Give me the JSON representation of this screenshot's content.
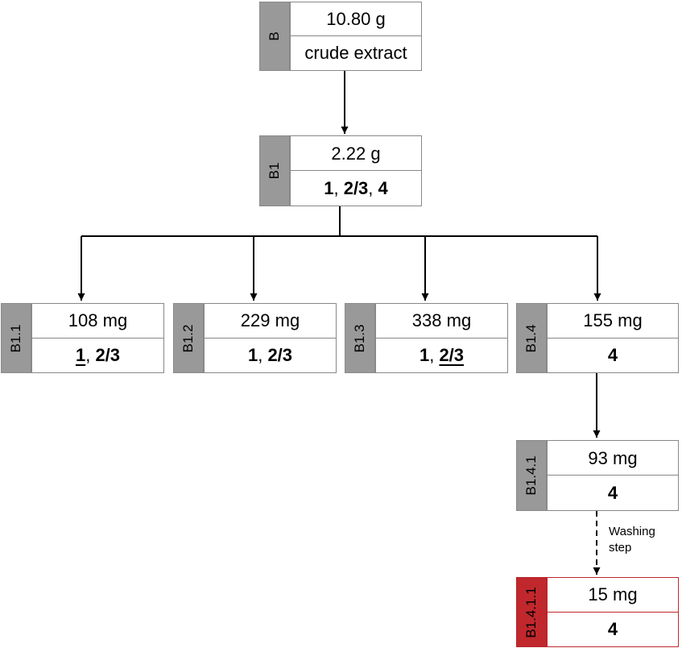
{
  "nodes": {
    "B": {
      "id": "B",
      "mass": "10.80 g",
      "content": "crude extract"
    },
    "B1": {
      "id": "B1",
      "mass": "2.22 g"
    },
    "B1_1": {
      "id": "B1.1",
      "mass": "108 mg"
    },
    "B1_2": {
      "id": "B1.2",
      "mass": "229 mg"
    },
    "B1_3": {
      "id": "B1.3",
      "mass": "338 mg"
    },
    "B1_4": {
      "id": "B1.4",
      "mass": "155 mg"
    },
    "B1_4_1": {
      "id": "B1.4.1",
      "mass": "93 mg"
    },
    "B1_4_1_1": {
      "id": "B1.4.1.1",
      "mass": "15 mg"
    }
  },
  "compounds": {
    "c1": "1",
    "c23": "2/3",
    "c4": "4",
    "sep": ", "
  },
  "edge_label": {
    "line1": "Washing",
    "line2": "step"
  },
  "colors": {
    "tab_gray": "#999999",
    "border_gray": "#888888",
    "highlight_red": "#c0282d"
  }
}
